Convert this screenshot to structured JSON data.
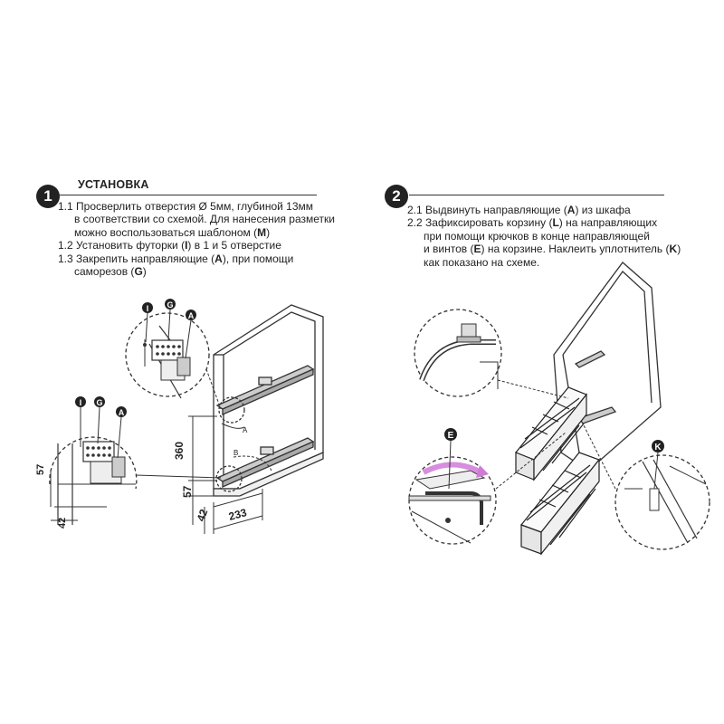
{
  "step1": {
    "number": "1",
    "title": "УСТАНОВКА",
    "lines": [
      {
        "pre": "1.1 Просверлить отверстия Ø 5мм, глубиной 13мм",
        "bold": "",
        "post": ""
      },
      {
        "pre": "в соответствии со схемой. Для нанесения разметки",
        "bold": "",
        "post": ""
      },
      {
        "pre": "можно воспользоваться шаблоном (",
        "bold": "M",
        "post": ")"
      },
      {
        "pre": "1.2 Установить футорки (",
        "bold": "I",
        "post": ") в 1 и 5 отверстие"
      },
      {
        "pre": "1.3 Закрепить направляющие (",
        "bold": "A",
        "post": "), при помощи"
      },
      {
        "pre": "саморезов (",
        "bold": "G",
        "post": ")"
      }
    ],
    "callouts": {
      "i": "I",
      "g": "G",
      "a": "A"
    },
    "dimensions": {
      "d360": "360",
      "d57": "57",
      "d42": "42",
      "d233": "233"
    },
    "labels": {
      "a_small": "A",
      "b_small": "B"
    }
  },
  "step2": {
    "number": "2",
    "lines": [
      {
        "pre": "2.1 Выдвинуть направляющие (",
        "bold": "A",
        "post": ") из шкафа"
      },
      {
        "pre": "2.2 Зафиксировать корзину (",
        "bold": "L",
        "post": ") на направляющих"
      },
      {
        "pre": "при помощи крючков в конце направляющей",
        "bold": "",
        "post": ""
      },
      {
        "pre": "и винтов (",
        "bold": "E",
        "post": ") на корзине. Наклеить уплотнитель ("
      },
      {
        "pre": "",
        "bold": "K",
        "post": ")"
      },
      {
        "pre": "как показано на схеме.",
        "bold": "",
        "post": ""
      }
    ],
    "callouts": {
      "e": "E",
      "k": "K"
    }
  }
}
